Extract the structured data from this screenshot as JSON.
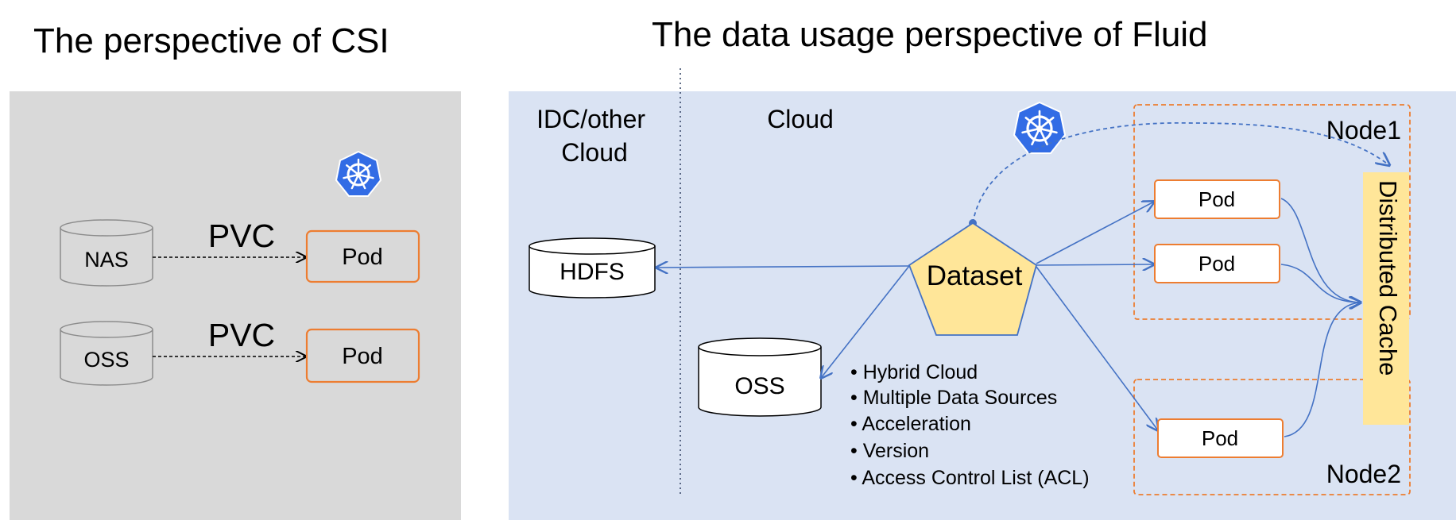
{
  "left": {
    "title": "The perspective of CSI",
    "rows": [
      {
        "storage": "NAS",
        "link_label": "PVC",
        "pod": "Pod"
      },
      {
        "storage": "OSS",
        "link_label": "PVC",
        "pod": "Pod"
      }
    ]
  },
  "right": {
    "title": "The data usage perspective of Fluid",
    "regions": {
      "idc": "IDC/other\nCloud",
      "cloud": "Cloud"
    },
    "hdfs": "HDFS",
    "oss": "OSS",
    "dataset": "Dataset",
    "features": [
      "Hybrid Cloud",
      "Multiple Data Sources",
      "Acceleration",
      "Version",
      "Access Control List (ACL)"
    ],
    "nodes": [
      {
        "label": "Node1",
        "pods": [
          "Pod",
          "Pod"
        ]
      },
      {
        "label": "Node2",
        "pods": [
          "Pod"
        ]
      }
    ],
    "cache": "Distributed Cache"
  },
  "colors": {
    "left_bg": "#d9d9d9",
    "right_bg": "#dae3f3",
    "orange": "#ed7d31",
    "blue": "#4472c4",
    "k8s": "#326ce5",
    "dataset_fill": "#ffe699",
    "cache_fill": "#ffe699"
  },
  "icons": [
    "kubernetes-icon",
    "kubernetes-icon"
  ]
}
